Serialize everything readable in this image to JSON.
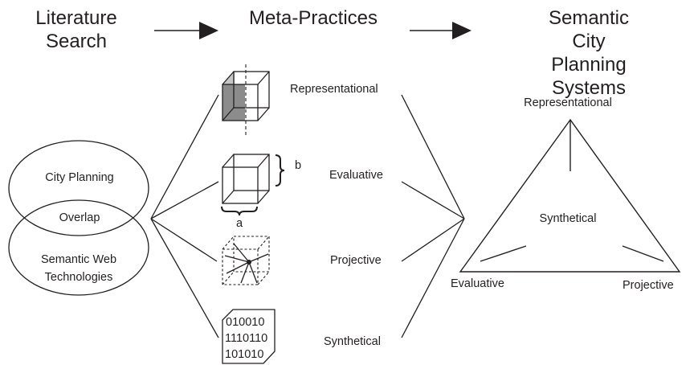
{
  "headers": {
    "literature_search": "Literature\nSearch",
    "meta_practices": "Meta-Practices",
    "semantic_systems": "Semantic City\nPlanning Systems"
  },
  "venn": {
    "top": "City Planning",
    "overlap": "Overlap",
    "bottom_line1": "Semantic Web",
    "bottom_line2": "Technologies"
  },
  "practices": [
    {
      "label": "Representational",
      "icon": "cube-section-icon"
    },
    {
      "label": "Evaluative",
      "icon": "cube-dimensions-icon"
    },
    {
      "label": "Projective",
      "icon": "cube-projection-icon"
    },
    {
      "label": "Synthetical",
      "icon": "binary-data-icon"
    }
  ],
  "cube_labels": {
    "a": "a",
    "b": "b"
  },
  "binary_rows": [
    "010010",
    "1110110",
    "101010"
  ],
  "triangle": {
    "top": "Representational",
    "center": "Synthetical",
    "bottom_left": "Evaluative",
    "bottom_right": "Projective"
  }
}
